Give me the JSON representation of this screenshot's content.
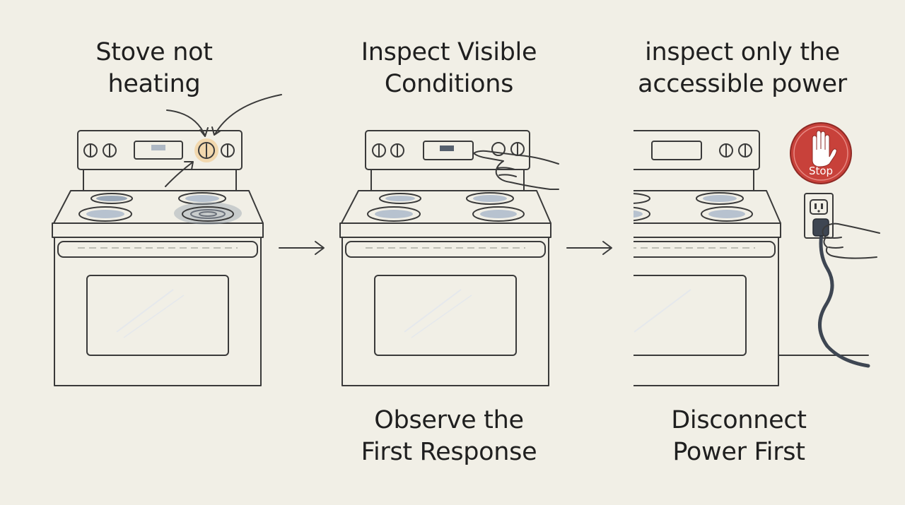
{
  "panels": [
    {
      "top_caption": "Stove not\nheating",
      "bottom_caption": ""
    },
    {
      "top_caption": "Inspect Visible\nConditions",
      "bottom_caption": "Observe the\nFirst Response"
    },
    {
      "top_caption": "inspect only the\naccessible power",
      "bottom_caption": "Disconnect\nPower First"
    }
  ],
  "stop_sign": {
    "label": "Stop",
    "color": "#c8413a"
  },
  "colors": {
    "background": "#f1efe6",
    "burner_copper": "#c99a5e",
    "burner_dark": "#3b3f48",
    "knob_highlight": "#d9983f",
    "window_glass": "#c7ccd3"
  },
  "icons": [
    "arrow-right-icon",
    "hand-pointing-icon",
    "hand-stop-icon",
    "wall-outlet-icon",
    "power-plug-icon"
  ]
}
